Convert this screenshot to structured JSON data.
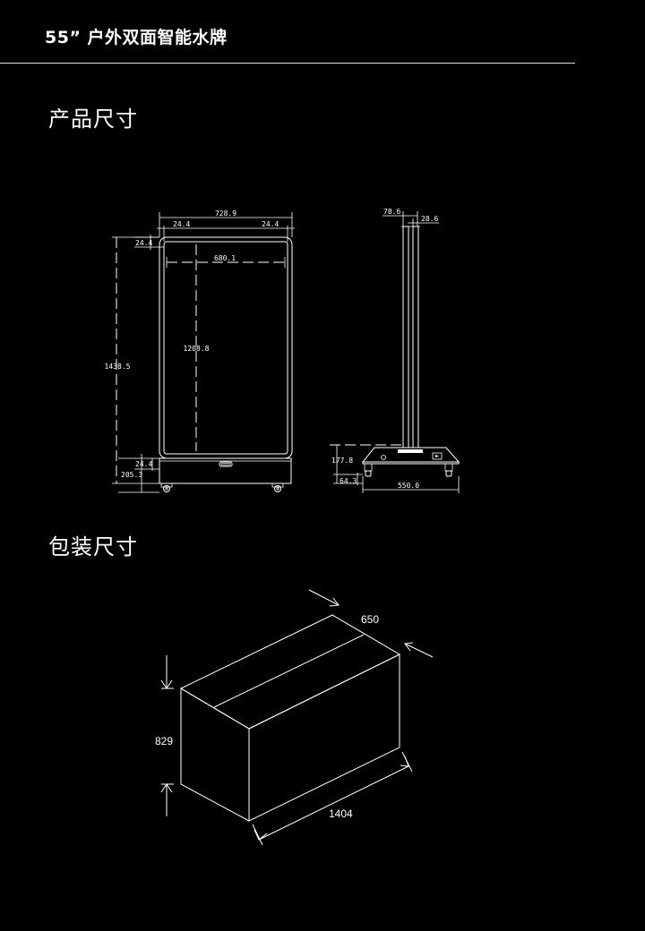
{
  "header": {
    "title": "55” 户外双面智能水牌"
  },
  "sections": {
    "product": {
      "title": "产品尺寸"
    },
    "package": {
      "title": "包装尺寸"
    }
  },
  "front_view": {
    "width": "728.9",
    "margin_left": "24.4",
    "margin_right": "24.4",
    "margin_top": "24.4",
    "screen_width": "680.1",
    "screen_height": "1208.8",
    "total_height": "1438.5",
    "base_height": "205.3",
    "base_margin": "24.4"
  },
  "side_view": {
    "depth": "78.6",
    "pole": "28.6",
    "base_height": "177.8",
    "wheel_height": "64.3",
    "base_width": "550.0"
  },
  "package_box": {
    "depth": "650",
    "height": "829",
    "length": "1404"
  }
}
